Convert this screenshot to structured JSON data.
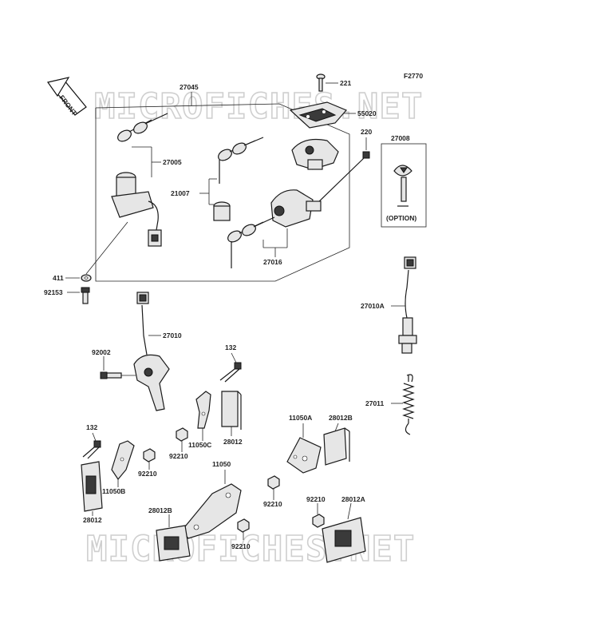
{
  "diagram": {
    "figure_code": "F2770",
    "front_arrow": "FRONT",
    "watermark": "MICROFICHES.NET",
    "option_label": "(OPTION)",
    "labels": {
      "p27045": "27045",
      "p221": "221",
      "p55020": "55020",
      "p220": "220",
      "p27008": "27008",
      "p27005": "27005",
      "p21007": "21007",
      "p27016": "27016",
      "p411": "411",
      "p92153": "92153",
      "p27010A": "27010A",
      "p27010": "27010",
      "p92002": "92002",
      "p132a": "132",
      "p27011": "27011",
      "p11050C": "11050C",
      "p28012a": "28012",
      "p92210a": "92210",
      "p11050A": "11050A",
      "p28012B_r": "28012B",
      "p132b": "132",
      "p92210b": "92210",
      "p11050B": "11050B",
      "p28012b": "28012",
      "p11050": "11050",
      "p92210c": "92210",
      "p28012B_l": "28012B",
      "p92210d": "92210",
      "p92210e": "92210",
      "p28012A": "28012A"
    }
  }
}
